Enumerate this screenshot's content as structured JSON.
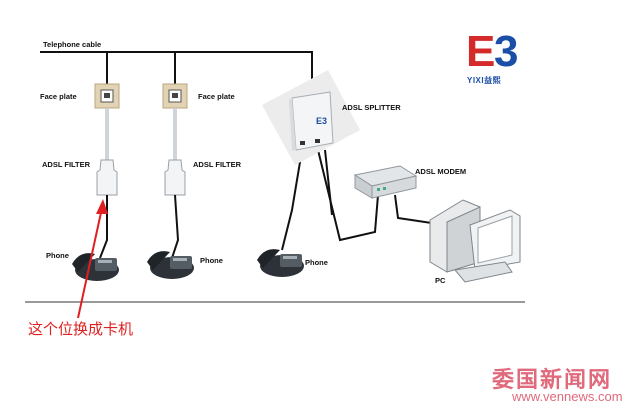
{
  "labels": {
    "telephone_cable": "Telephone cable",
    "face_plate_1": "Face plate",
    "face_plate_2": "Face plate",
    "adsl_filter_1": "ADSL FILTER",
    "adsl_filter_2": "ADSL FILTER",
    "adsl_splitter": "ADSL SPLITTER",
    "adsl_modem": "ADSL MODEM",
    "phone_1": "Phone",
    "phone_2": "Phone",
    "phone_3": "Phone",
    "pc": "PC"
  },
  "annotation": "这个位换成卡机",
  "logo": {
    "caption": "YIXI益熙"
  },
  "watermark": {
    "chinese": "委国新闻网",
    "url": "www.vennews.com"
  },
  "colors": {
    "annotation": "#e02020",
    "logo_red": "#d42a2a",
    "logo_blue": "#1b4ea6",
    "watermark": "#e06a7c"
  }
}
